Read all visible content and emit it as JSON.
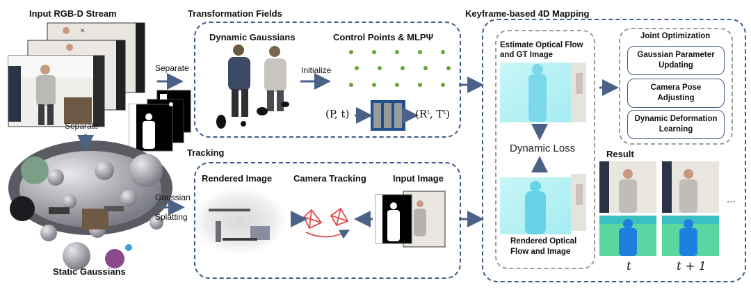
{
  "titles": {
    "input_stream": "Input RGB-D Stream",
    "transformation_fields": "Transformation Fields",
    "keyframe_mapping": "Keyframe-based 4D Mapping",
    "tracking": "Tracking",
    "static_gaussians": "Static Gaussians",
    "result": "Result"
  },
  "labels": {
    "separate_right": "Separate",
    "separate_down": "Separate",
    "gaussian": "Gaussian",
    "splatting": "Splatting",
    "dynamic_gaussians": "Dynamic Gaussians",
    "control_points": "Control Points & MLPΨ",
    "initialize": "Initialize",
    "formula_in": "(P, t)",
    "formula_out": "(Rᵗ, Tᵗ)",
    "rendered_image": "Rendered Image",
    "camera_tracking": "Camera Tracking",
    "input_image": "Input Image",
    "estimate_flow_1": "Estimate Optical Flow",
    "estimate_flow_2": "and GT Image",
    "dynamic_loss": "Dynamic Loss",
    "rendered_flow_1": "Rendered Optical",
    "rendered_flow_2": "Flow and Image",
    "joint_optimization": "Joint Optimization",
    "ellipsis": "...",
    "time_t": "t",
    "time_t1": "t + 1"
  },
  "joint_boxes": [
    {
      "line1": "Gaussian Parameter",
      "line2": "Updating"
    },
    {
      "line1": "Camera Pose",
      "line2": "Adjusting"
    },
    {
      "line1": "Dynamic Deformation",
      "line2": "Learning"
    }
  ],
  "colors": {
    "panel_border": "#3d5a8a",
    "arrow": "#4a6288",
    "control_point": "#6aa33a",
    "mlp_bar": "#9a9a9a",
    "camera_icon": "#e04a4a",
    "flow_cyan": "#aef0f0",
    "depth_blue": "#1f7fe0",
    "depth_green": "#5ad6a0"
  }
}
